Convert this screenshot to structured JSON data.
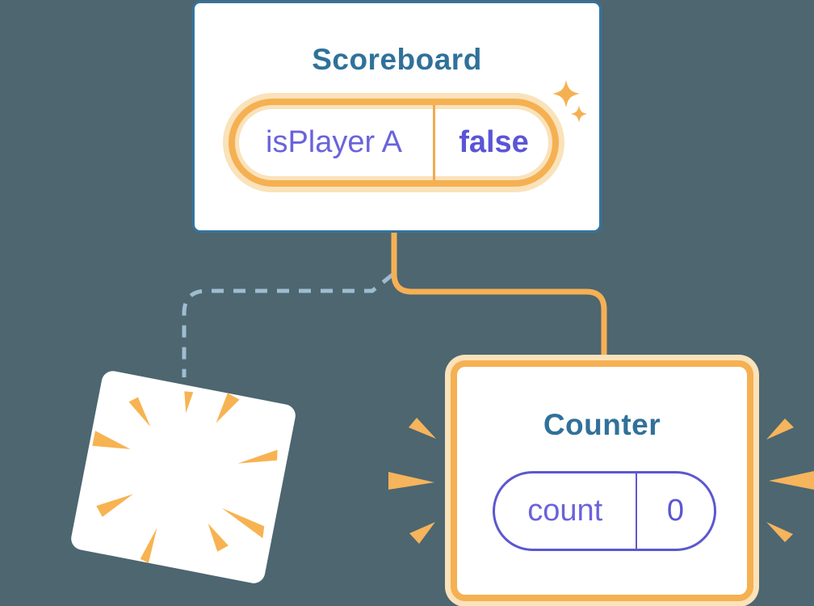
{
  "diagram": {
    "description_labels": {
      "scoreboard_title": "Scoreboard",
      "counter_title": "Counter"
    }
  },
  "scoreboard": {
    "title": "Scoreboard",
    "state_pill": {
      "label": "isPlayer A",
      "value": "false",
      "highlighted": true
    }
  },
  "counter": {
    "title": "Counter",
    "state_pill": {
      "label": "count",
      "value": "0",
      "highlighted": false
    }
  },
  "icons": [
    "sparkle-icon",
    "burst-icon",
    "emphasis-marks"
  ],
  "colors": {
    "background": "#4D6670",
    "box_border_blue": "#35739E",
    "title_teal": "#30719A",
    "state_purple": "#5C57D0",
    "state_purple_light": "#6A63DC",
    "highlight_orange": "#F5B052",
    "highlight_orange_pale": "#FAE2BA",
    "connector_orange": "#F5B054",
    "connector_dashed_blue": "#9FBDD1",
    "white": "#FFFFFF"
  }
}
